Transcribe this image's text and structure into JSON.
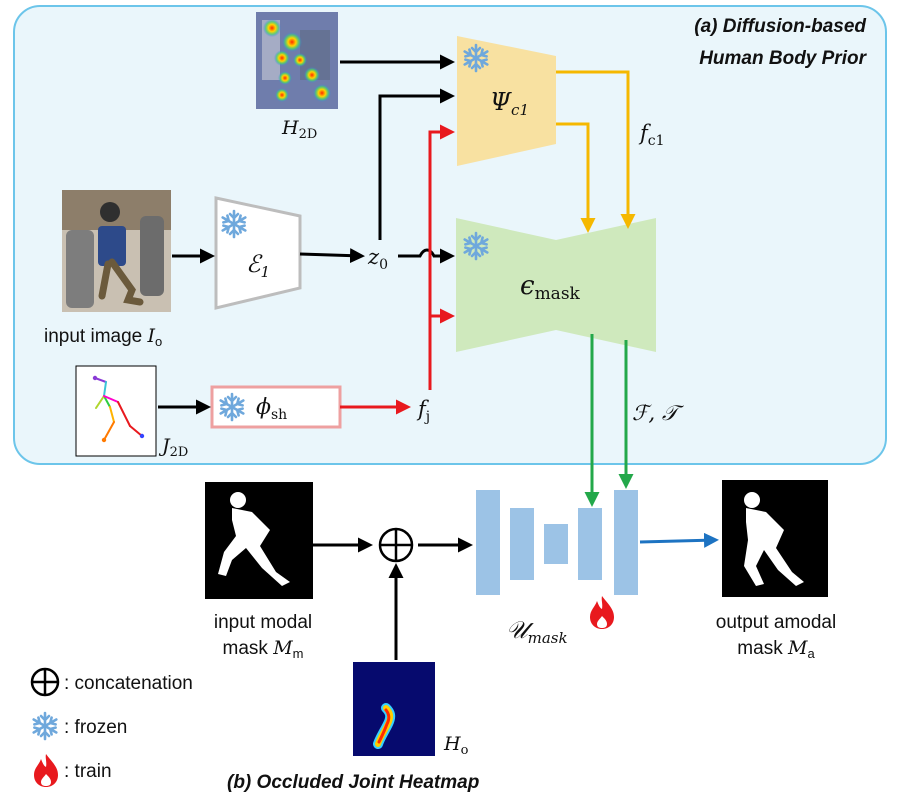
{
  "prior_panel": {
    "title_line1": "(a) Diffusion-based",
    "title_line2": "Human Body Prior",
    "bg_color": "#eaf6fb",
    "border_color": "#6cc5ea"
  },
  "heatmap_label": "H",
  "heatmap_sub": "2D",
  "encoder_label": "ℰ",
  "encoder_sub": "1",
  "latent_label": "z",
  "latent_sub": "0",
  "psi_label": "Ψ",
  "psi_sub": "c1",
  "fc_label": "f",
  "fc_sub": "c1",
  "eps_label": "ϵ",
  "eps_sub": "mask",
  "phi_label": "ϕ",
  "phi_sub": "sh",
  "fj_label": "f",
  "fj_sub": "j",
  "ft_label": "ℱ, 𝒯",
  "input_image_label": "input image ",
  "input_image_sym": "I",
  "input_image_sub": "o",
  "j2d_label": "J",
  "j2d_sub": "2D",
  "modal_line1": "input modal",
  "modal_line2": "mask ",
  "modal_sym": "M",
  "modal_sub": "m",
  "concat_symbol": "⊕",
  "unet_label": "𝒰",
  "unet_sub": "mask",
  "amodal_line1": "output amodal",
  "amodal_line2": "mask ",
  "amodal_sym": "M",
  "amodal_sub": "a",
  "ho_label": "H",
  "ho_sub": "o",
  "bottom_title": "(b) Occluded Joint Heatmap",
  "legend": {
    "concat": ": concatenation",
    "frozen": ": frozen",
    "train": ": train"
  },
  "colors": {
    "psi_fill": "#f8e1a1",
    "eps_fill": "#cfe9bd",
    "unet_fill": "#9cc3e6",
    "encoder_stroke": "#bdbdbd",
    "phi_stroke": "#eea0a0",
    "arrow_black": "#000000",
    "arrow_red": "#e8191e",
    "arrow_yellow": "#f5b800",
    "arrow_green": "#23a84a",
    "arrow_blue": "#1d73c2",
    "snowflake": "#6fa8dc",
    "flame": "#e8191e"
  }
}
